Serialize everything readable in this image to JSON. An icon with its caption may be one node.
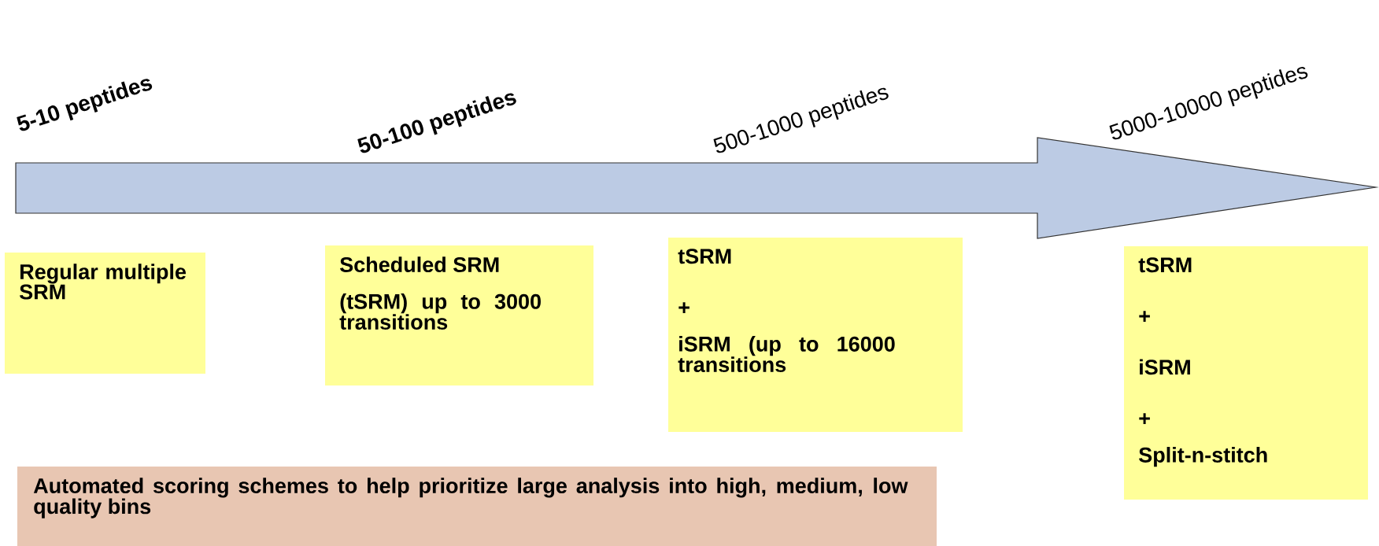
{
  "diagram": {
    "nodes": [
      {
        "text": [
          "Regular multiple SRM"
        ]
      },
      {
        "text": [
          "Scheduled SRM",
          "(tSRM) up to 3000 transitions"
        ]
      },
      {
        "text": [
          "tSRM",
          "+",
          "iSRM (up to 16000 transitions"
        ]
      },
      {
        "text": [
          "tSRM",
          "+",
          "iSRM",
          "+",
          "Split-n-stitch"
        ]
      },
      {
        "text": [
          "Automated scoring schemes to help prioritize large analysis into high, medium, low quality bins"
        ]
      }
    ],
    "labels": [
      "5-10 peptides",
      "50-100 peptides",
      "500-1000 peptides",
      "5000-10000 peptides"
    ]
  }
}
